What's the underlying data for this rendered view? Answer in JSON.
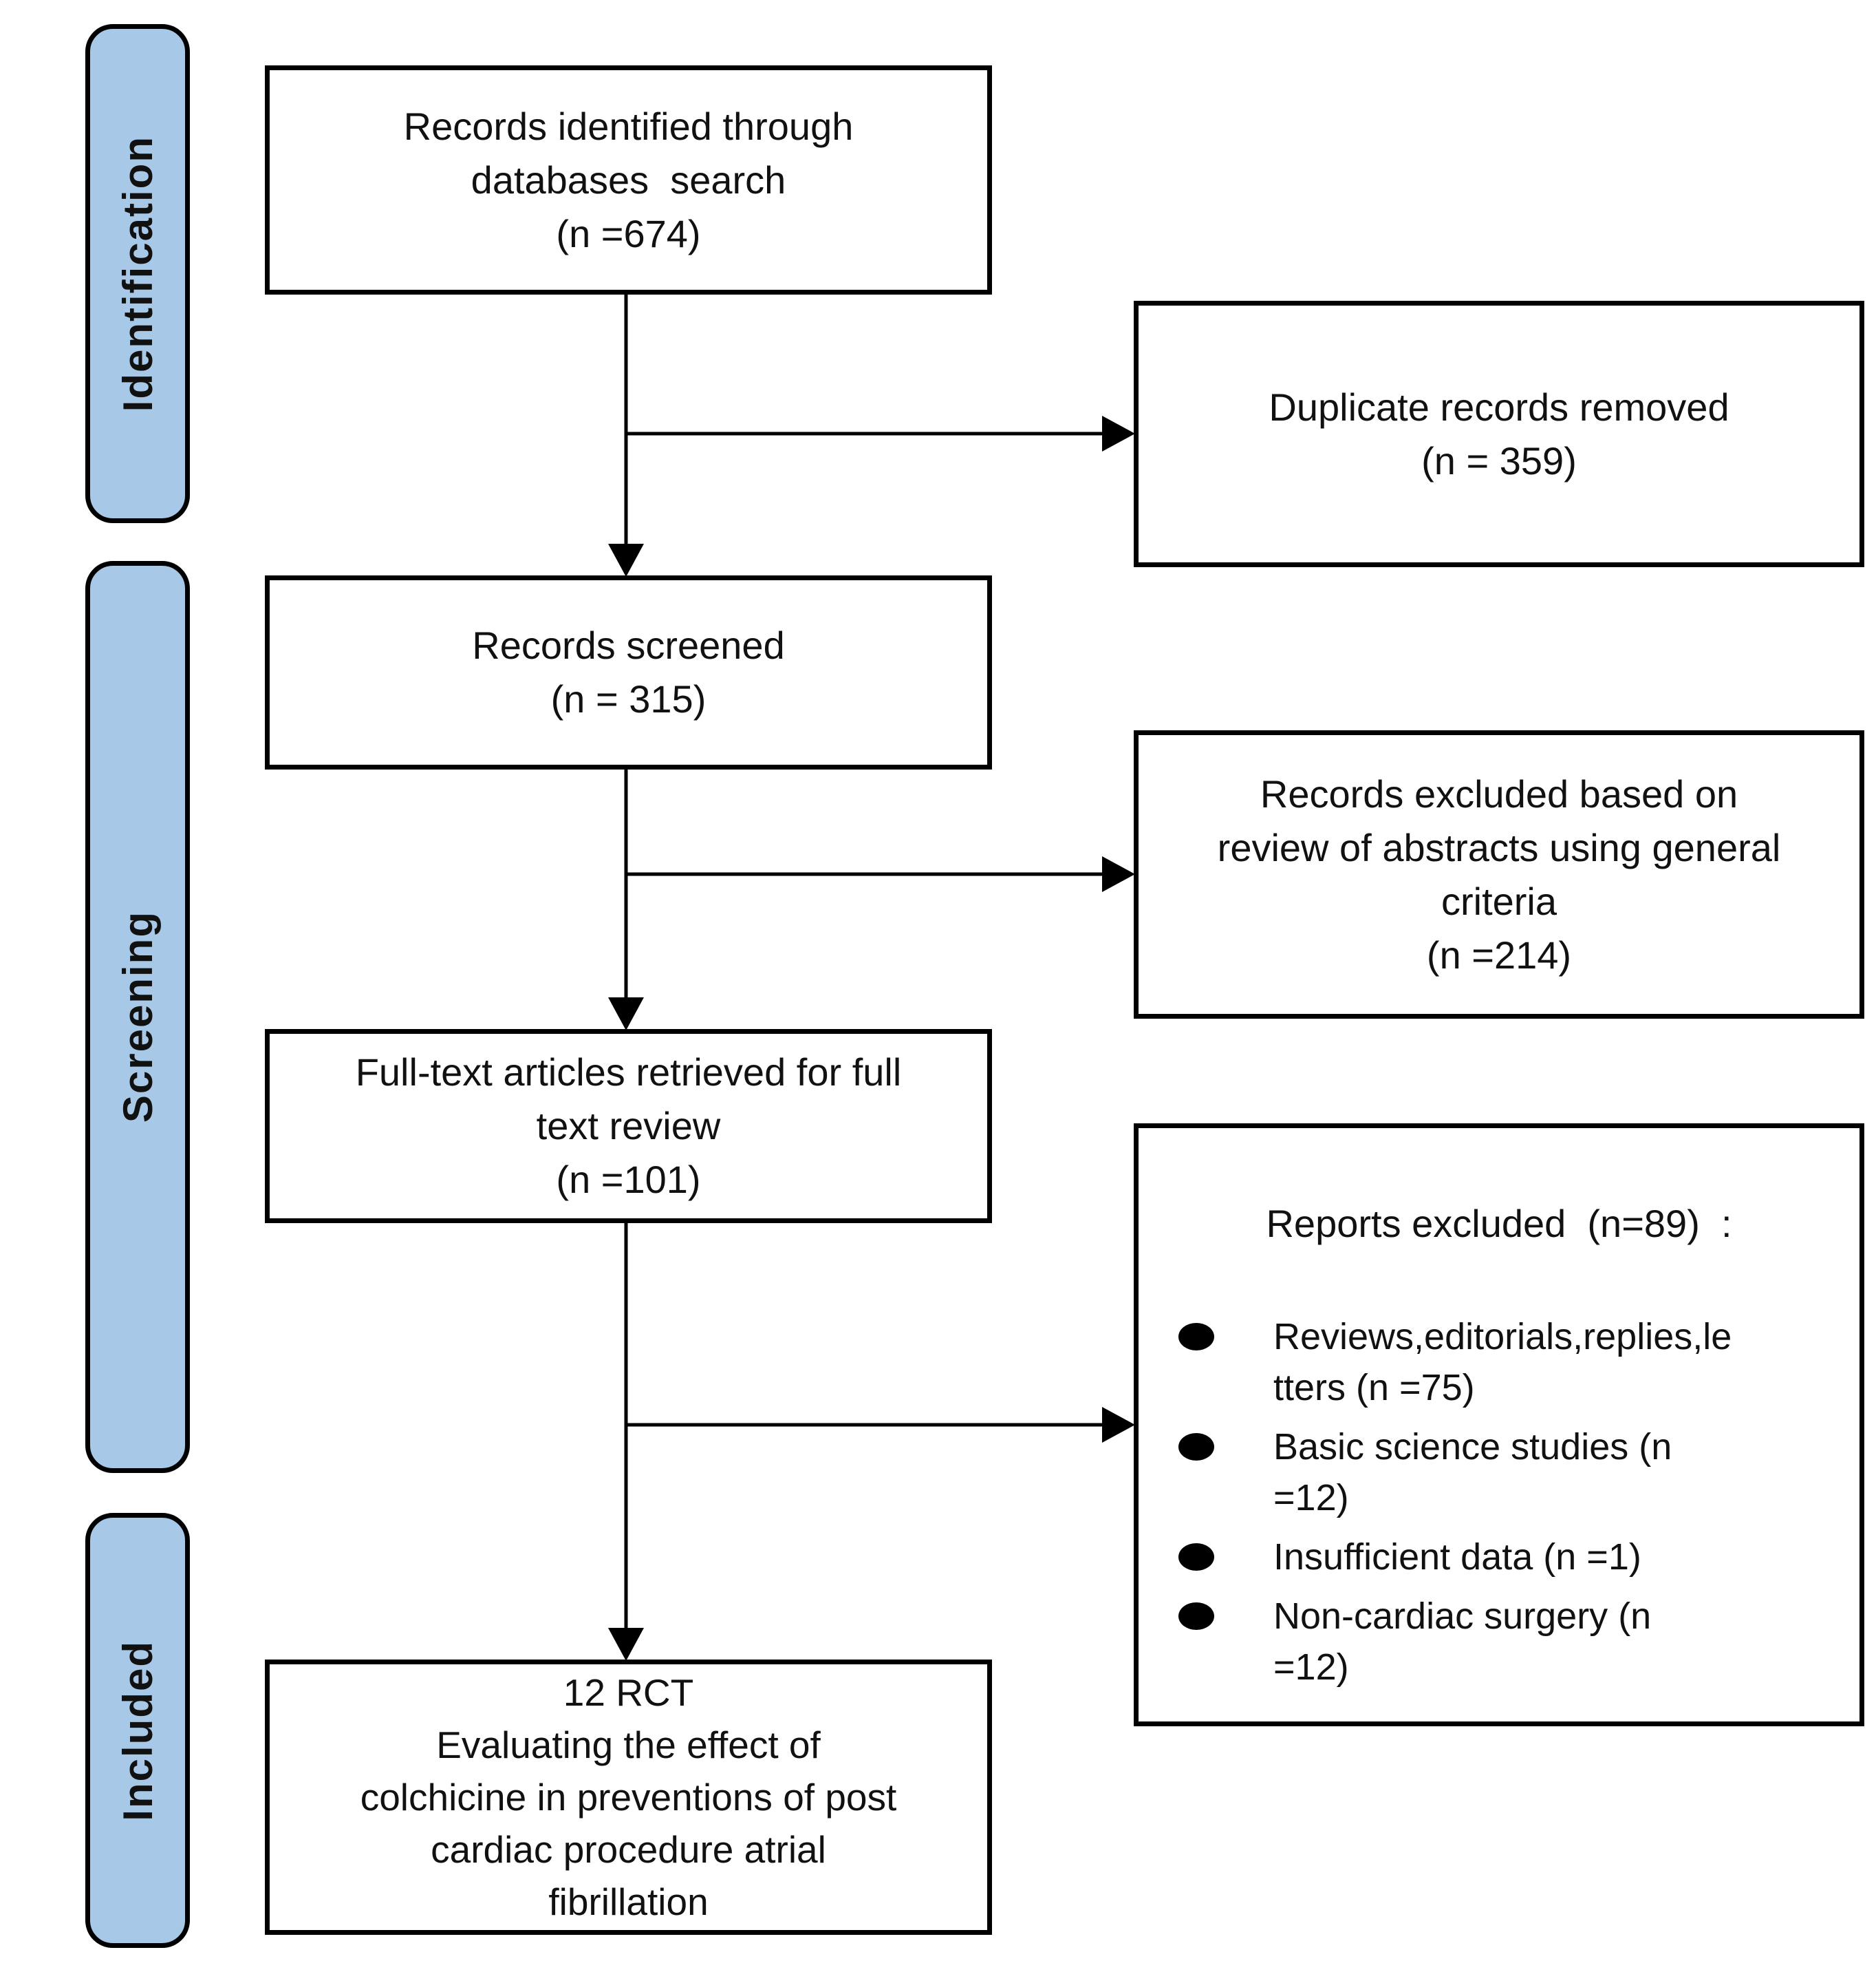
{
  "diagram": {
    "background": "#ffffff",
    "stage_fill": "#a8c8e8",
    "border_color": "#000000"
  },
  "sidebar": {
    "stages": [
      {
        "label": "Identification"
      },
      {
        "label": "Screening"
      },
      {
        "label": "Included"
      }
    ]
  },
  "boxes": {
    "identified": "Records identified through\ndatabases  search\n(n =674)",
    "duplicates_removed": "Duplicate records removed\n(n = 359)",
    "screened": "Records screened\n(n = 315)",
    "abstract_excluded": "Records excluded based on\nreview of abstracts using general\ncriteria\n(n =214)",
    "fulltext": "Full-text articles retrieved for full\ntext review\n(n =101)",
    "included": "12 RCT\nEvaluating the effect of\ncolchicine in preventions of post\ncardiac procedure atrial\nfibrillation"
  },
  "reports_excluded": {
    "header": "Reports excluded  (n=89)  :",
    "items": [
      "Reviews,editorials,replies,le\ntters (n =75)",
      "Basic science studies (n\n=12)",
      "Insufficient data (n =1)",
      "Non-cardiac surgery (n\n=12)"
    ]
  }
}
